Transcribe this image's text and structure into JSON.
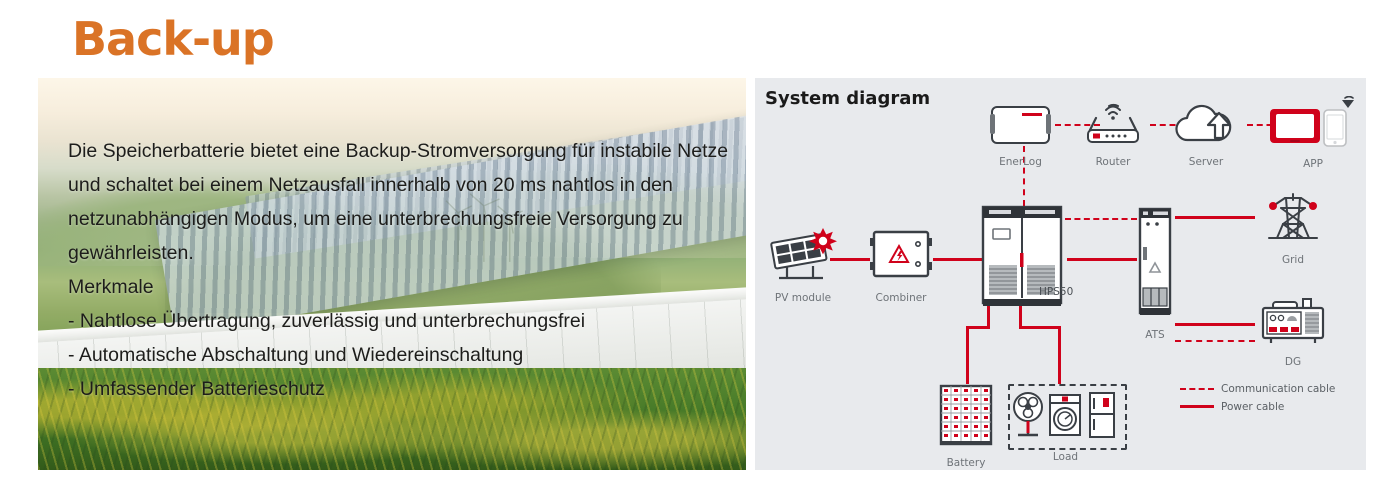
{
  "title": "Back-up",
  "accent_color": "#da7326",
  "left": {
    "paragraph": "Die Speicherbatterie bietet eine Backup-Stromversorgung für instabile Netze und schaltet bei einem Netzausfall innerhalb von 20 ms nahtlos in den netzunabhängigen Modus, um eine unterbrechungsfreie Versorgung zu gewährleisten.",
    "features_heading": "Merkmale",
    "features": [
      "- Nahtlose Übertragung, zuverlässig und unterbrechungsfrei",
      "- Automatische Abschaltung und Wiedereinschaltung",
      "- Umfassender Batterieschutz"
    ]
  },
  "diagram": {
    "title": "System diagram",
    "line_color": "#d0021b",
    "background": "#e8eaed",
    "nodes": {
      "enerlog": "EnerLog",
      "router": "Router",
      "server": "Server",
      "app": "APP",
      "pv_module": "PV module",
      "combiner": "Combiner",
      "hps50": "HPS50",
      "ats": "ATS",
      "grid": "Grid",
      "dg": "DG",
      "battery": "Battery",
      "load": "Load"
    },
    "legend": [
      {
        "label": "Communication cable",
        "style": "dashed"
      },
      {
        "label": "Power cable",
        "style": "solid"
      }
    ]
  }
}
